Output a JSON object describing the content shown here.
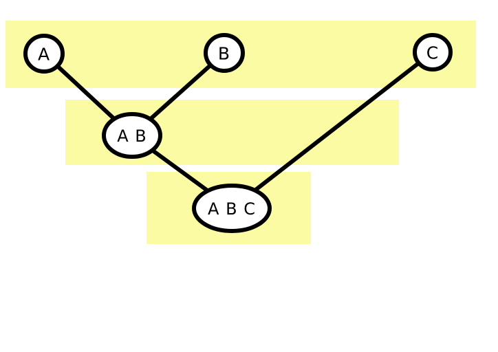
{
  "diagram": {
    "description": "Hierarchical merge tree diagram with three levels highlighted by yellow bands",
    "colors": {
      "band": "#FBFBA4",
      "node_fill": "#FFFFFF",
      "node_stroke": "#000000",
      "edge_stroke": "#000000",
      "background": "#FFFFFF"
    },
    "levels": [
      {
        "name": "level-1",
        "members": [
          "A",
          "B",
          "C"
        ]
      },
      {
        "name": "level-2",
        "members": [
          "A B"
        ]
      },
      {
        "name": "level-3",
        "members": [
          "A B C"
        ]
      }
    ],
    "nodes": [
      {
        "id": "A",
        "label": "A"
      },
      {
        "id": "B",
        "label": "B"
      },
      {
        "id": "C",
        "label": "C"
      },
      {
        "id": "AB",
        "label": "A B"
      },
      {
        "id": "ABC",
        "label": "A B C"
      }
    ],
    "edges": [
      {
        "from": "A",
        "to": "AB"
      },
      {
        "from": "B",
        "to": "AB"
      },
      {
        "from": "AB",
        "to": "ABC"
      },
      {
        "from": "C",
        "to": "ABC"
      }
    ]
  }
}
